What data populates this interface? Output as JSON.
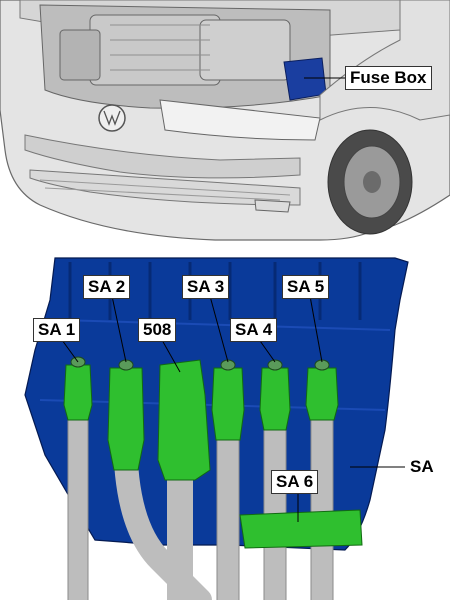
{
  "labels": {
    "fuse_box": "Fuse Box",
    "sa1": "SA 1",
    "sa2": "SA 2",
    "sa3": "SA 3",
    "sa4": "SA 4",
    "sa5": "SA 5",
    "sa6": "SA 6",
    "fuse_508": "508",
    "sa": "SA"
  },
  "colors": {
    "fuse_block": "#0a3a9a",
    "terminal_green": "#2db82d",
    "cable_grey": "#b8b8b8",
    "car_body": "#e6e6e6"
  }
}
